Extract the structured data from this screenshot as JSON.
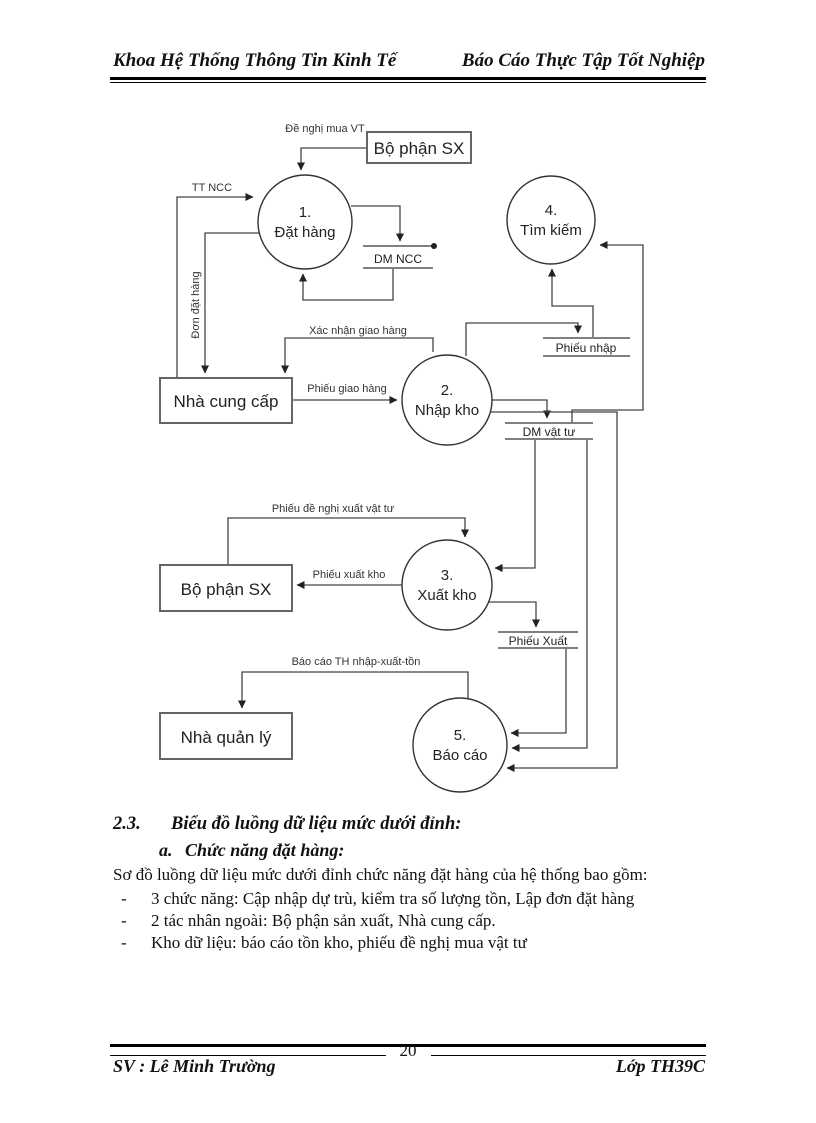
{
  "header": {
    "left": "Khoa Hệ Thống Thông Tin Kinh Tế",
    "right": "Báo Cáo Thực Tập Tốt Nghiệp"
  },
  "diagram": {
    "processes": {
      "p1": {
        "num": "1.",
        "name": "Đặt hàng"
      },
      "p2": {
        "num": "2.",
        "name": "Nhập kho"
      },
      "p3": {
        "num": "3.",
        "name": "Xuất kho"
      },
      "p4": {
        "num": "4.",
        "name": "Tìm kiếm"
      },
      "p5": {
        "num": "5.",
        "name": "Báo cáo"
      }
    },
    "entities": {
      "e1": "Bộ phận SX",
      "e2": "Nhà cung cấp",
      "e3": "Bộ phận SX",
      "e4": "Nhà quản lý"
    },
    "stores": {
      "d1": "DM NCC",
      "d2": "Phiếu nhập",
      "d3": "DM vật tư",
      "d4": "Phiếu Xuất"
    },
    "flows": {
      "de_nghi_mua_vt": "Đề nghị mua VT",
      "tt_ncc": "TT NCC",
      "don_dat_hang": "Đơn đặt hàng",
      "xac_nhan_giao_hang": "Xác nhận giao hàng",
      "phieu_giao_hang": "Phiếu giao hàng",
      "phieu_de_nghi_xuat": "Phiếu đề nghị xuất vật tư",
      "phieu_xuat_kho": "Phiếu xuất kho",
      "bao_cao_th": "Báo cáo TH nhập-xuất-tồn"
    }
  },
  "section": {
    "number": "2.3.",
    "title": "Biểu đồ luồng dữ liệu mức dưới đỉnh:",
    "sub_letter": "a.",
    "sub_title": "Chức năng đặt hàng:",
    "intro": "Sơ đồ luồng dữ liệu mức dưới đỉnh chức năng đặt hàng của hệ thống bao gồm:",
    "bullets": [
      {
        "marker": "-",
        "text": "3 chức năng: Cập nhập dự trù, kiểm tra số lượng tồn, Lập đơn đặt hàng"
      },
      {
        "marker": "-",
        "text": "2 tác nhân ngoài: Bộ phận sản xuất, Nhà cung cấp."
      },
      {
        "marker": "-",
        "text": "Kho dữ liệu: báo cáo tồn kho, phiếu đề nghị mua vật tư"
      }
    ]
  },
  "footer": {
    "left": "SV : Lê Minh Trường",
    "page": "20",
    "right": "Lớp TH39C"
  },
  "colors": {
    "ink": "#111111",
    "line": "#444444",
    "store_line": "#808080"
  }
}
